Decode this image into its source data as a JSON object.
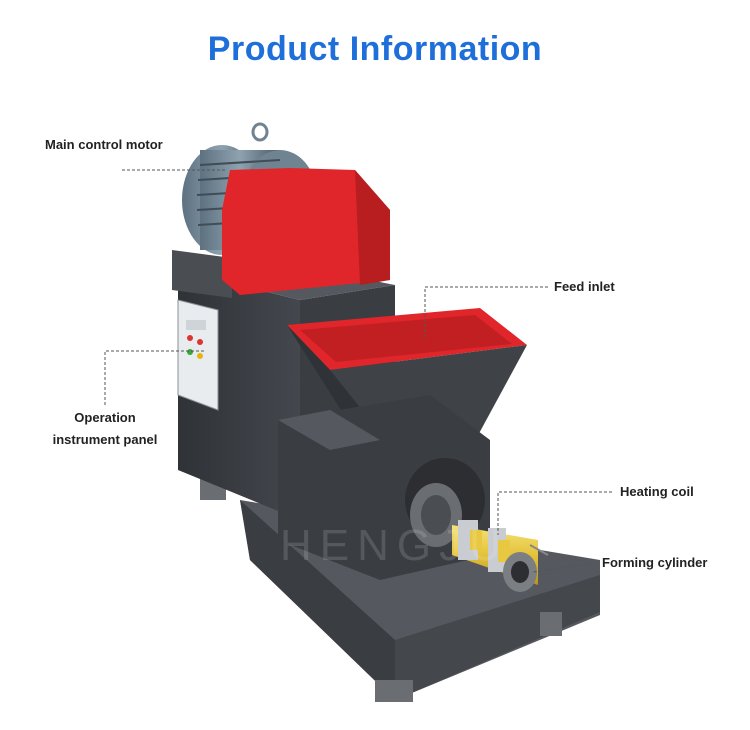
{
  "page": {
    "title": "Product Information"
  },
  "labels": {
    "main_control_motor": "Main control motor",
    "feed_inlet": "Feed inlet",
    "operation_line1": "Operation",
    "operation_line2": "instrument panel",
    "heating_coil": "Heating coil",
    "forming_cylinder": "Forming cylinder"
  },
  "watermark": "HENGJU",
  "colors": {
    "title": "#1e6fd9",
    "machine_red": "#e0262a",
    "machine_body": "#3b3e44",
    "base": "#55585e"
  }
}
